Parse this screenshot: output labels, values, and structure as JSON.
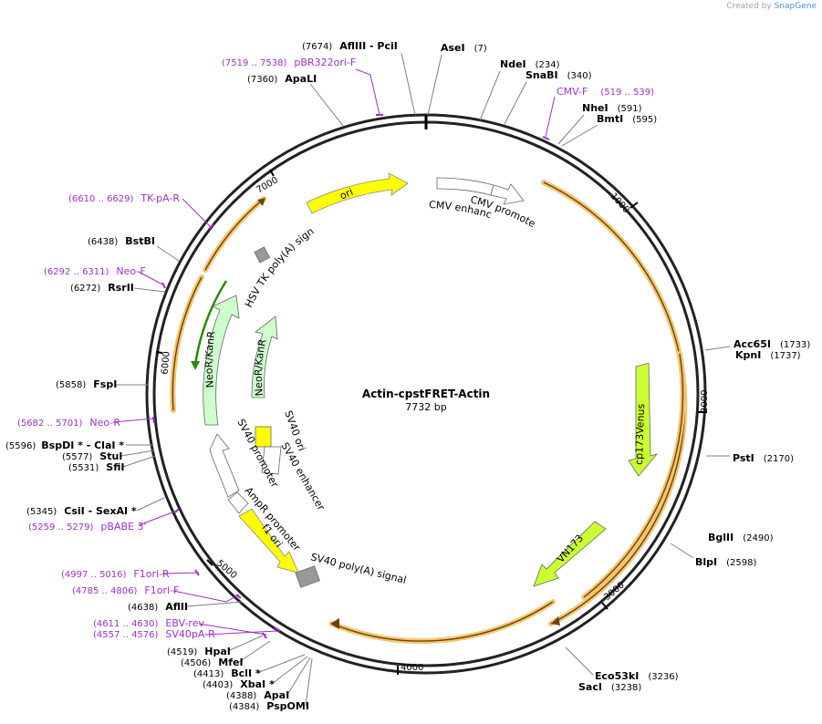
{
  "credit": {
    "prefix": "Created by",
    "brand": "SnapGene"
  },
  "plasmid": {
    "name": "Actin-cpstFRET-Actin",
    "length_label": "7732 bp"
  },
  "ticks": [
    {
      "label": "1000"
    },
    {
      "label": "2000"
    },
    {
      "label": "3000"
    },
    {
      "label": "4000"
    },
    {
      "label": "5000"
    },
    {
      "label": "6000"
    },
    {
      "label": "7000"
    }
  ],
  "features": [
    {
      "label": "ori",
      "color": "#ffff00"
    },
    {
      "label": "CMV enhancer",
      "color": "#ffffff"
    },
    {
      "label": "CMV promoter",
      "color": "#ffffff"
    },
    {
      "label": "cp173Venus",
      "color": "#ccff33"
    },
    {
      "label": "VN173",
      "color": "#ccff33"
    },
    {
      "label": "HSV TK poly(A) signal",
      "color": "#999999"
    },
    {
      "label": "NeoR/KanR",
      "color": "#ccffcc"
    },
    {
      "label": "NeoR/KanR",
      "color": "#ccffcc"
    },
    {
      "label": "SV40 ori",
      "color": "#ffff00"
    },
    {
      "label": "SV40 enhancer",
      "color": "#ffffff"
    },
    {
      "label": "SV40 promoter",
      "color": "#ffffff"
    },
    {
      "label": "AmpR promoter",
      "color": "#ffffff"
    },
    {
      "label": "f1 ori",
      "color": "#ffff00"
    },
    {
      "label": "SV40 poly(A) signal",
      "color": "#999999"
    }
  ],
  "sites": [
    {
      "name": "AflIII  - PciI",
      "pos": "(7674)"
    },
    {
      "name": "AseI",
      "pos": "(7)"
    },
    {
      "name": "NdeI",
      "pos": "(234)"
    },
    {
      "name": "SnaBI",
      "pos": "(340)"
    },
    {
      "name": "NheI",
      "pos": "(591)"
    },
    {
      "name": "BmtI",
      "pos": "(595)"
    },
    {
      "name": "ApaLI",
      "pos": "(7360)"
    },
    {
      "name": "BstBI",
      "pos": "(6438)"
    },
    {
      "name": "RsrII",
      "pos": "(6272)"
    },
    {
      "name": "FspI",
      "pos": "(5858)"
    },
    {
      "name": "BspDI *  - ClaI *",
      "pos": "(5596)"
    },
    {
      "name": "StuI",
      "pos": "(5577)"
    },
    {
      "name": "SfiI",
      "pos": "(5531)"
    },
    {
      "name": "CsiI   - SexAI *",
      "pos": "(5345)"
    },
    {
      "name": "AflII",
      "pos": "(4638)"
    },
    {
      "name": "HpaI",
      "pos": "(4519)"
    },
    {
      "name": "MfeI",
      "pos": "(4506)"
    },
    {
      "name": "BclI *",
      "pos": "(4413)"
    },
    {
      "name": "XbaI *",
      "pos": "(4403)"
    },
    {
      "name": "ApaI",
      "pos": "(4388)"
    },
    {
      "name": "PspOMI",
      "pos": "(4384)"
    },
    {
      "name": "Acc65I",
      "pos": "(1733)"
    },
    {
      "name": "KpnI",
      "pos": "(1737)"
    },
    {
      "name": "PstI",
      "pos": "(2170)"
    },
    {
      "name": "BglII",
      "pos": "(2490)"
    },
    {
      "name": "BlpI",
      "pos": "(2598)"
    },
    {
      "name": "Eco53kI",
      "pos": "(3236)"
    },
    {
      "name": "SacI",
      "pos": "(3238)"
    }
  ],
  "primers": [
    {
      "name": "pBR322ori-F",
      "pos": "(7519 .. 7538)"
    },
    {
      "name": "CMV-F",
      "pos": "(519 .. 539)"
    },
    {
      "name": "TK-pA-R",
      "pos": "(6610 .. 6629)"
    },
    {
      "name": "Neo-F",
      "pos": "(6292 .. 6311)"
    },
    {
      "name": "Neo-R",
      "pos": "(5682 .. 5701)"
    },
    {
      "name": "pBABE 3'",
      "pos": "(5259 .. 5279)"
    },
    {
      "name": "F1ori-R",
      "pos": "(4997 .. 5016)"
    },
    {
      "name": "F1ori-F",
      "pos": "(4785 .. 4806)"
    },
    {
      "name": "EBV-rev",
      "pos": "(4611 .. 4630)"
    },
    {
      "name": "SV40pA-R",
      "pos": "(4557 .. 4576)"
    }
  ],
  "colors": {
    "backbone": "#222222",
    "primer": "#a030c8",
    "orf": "#f5c472",
    "orf_core": "#6b4400"
  }
}
